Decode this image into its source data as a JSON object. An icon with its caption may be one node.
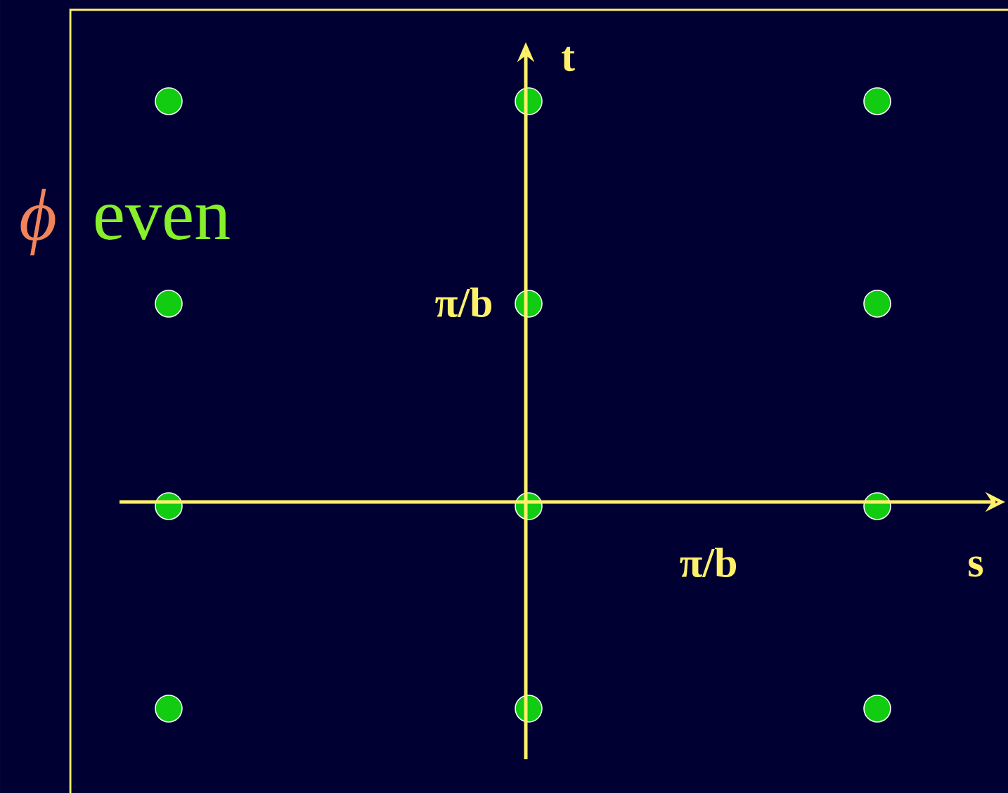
{
  "diagram": {
    "labels": [
      "t",
      "ϕ",
      "even",
      "π/b",
      "π/b",
      "s"
    ]
  }
}
